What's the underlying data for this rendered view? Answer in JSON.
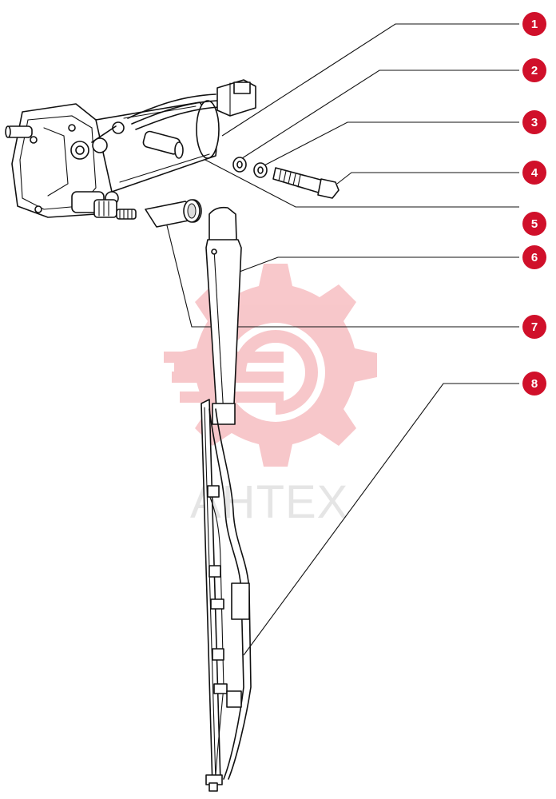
{
  "watermark": {
    "text": "AHTEX",
    "color": "#e53946"
  },
  "accent_color": "#d0102a",
  "callouts": [
    {
      "number": "1"
    },
    {
      "number": "2"
    },
    {
      "number": "3"
    },
    {
      "number": "4"
    },
    {
      "number": "5"
    },
    {
      "number": "6"
    },
    {
      "number": "7"
    },
    {
      "number": "8"
    }
  ]
}
